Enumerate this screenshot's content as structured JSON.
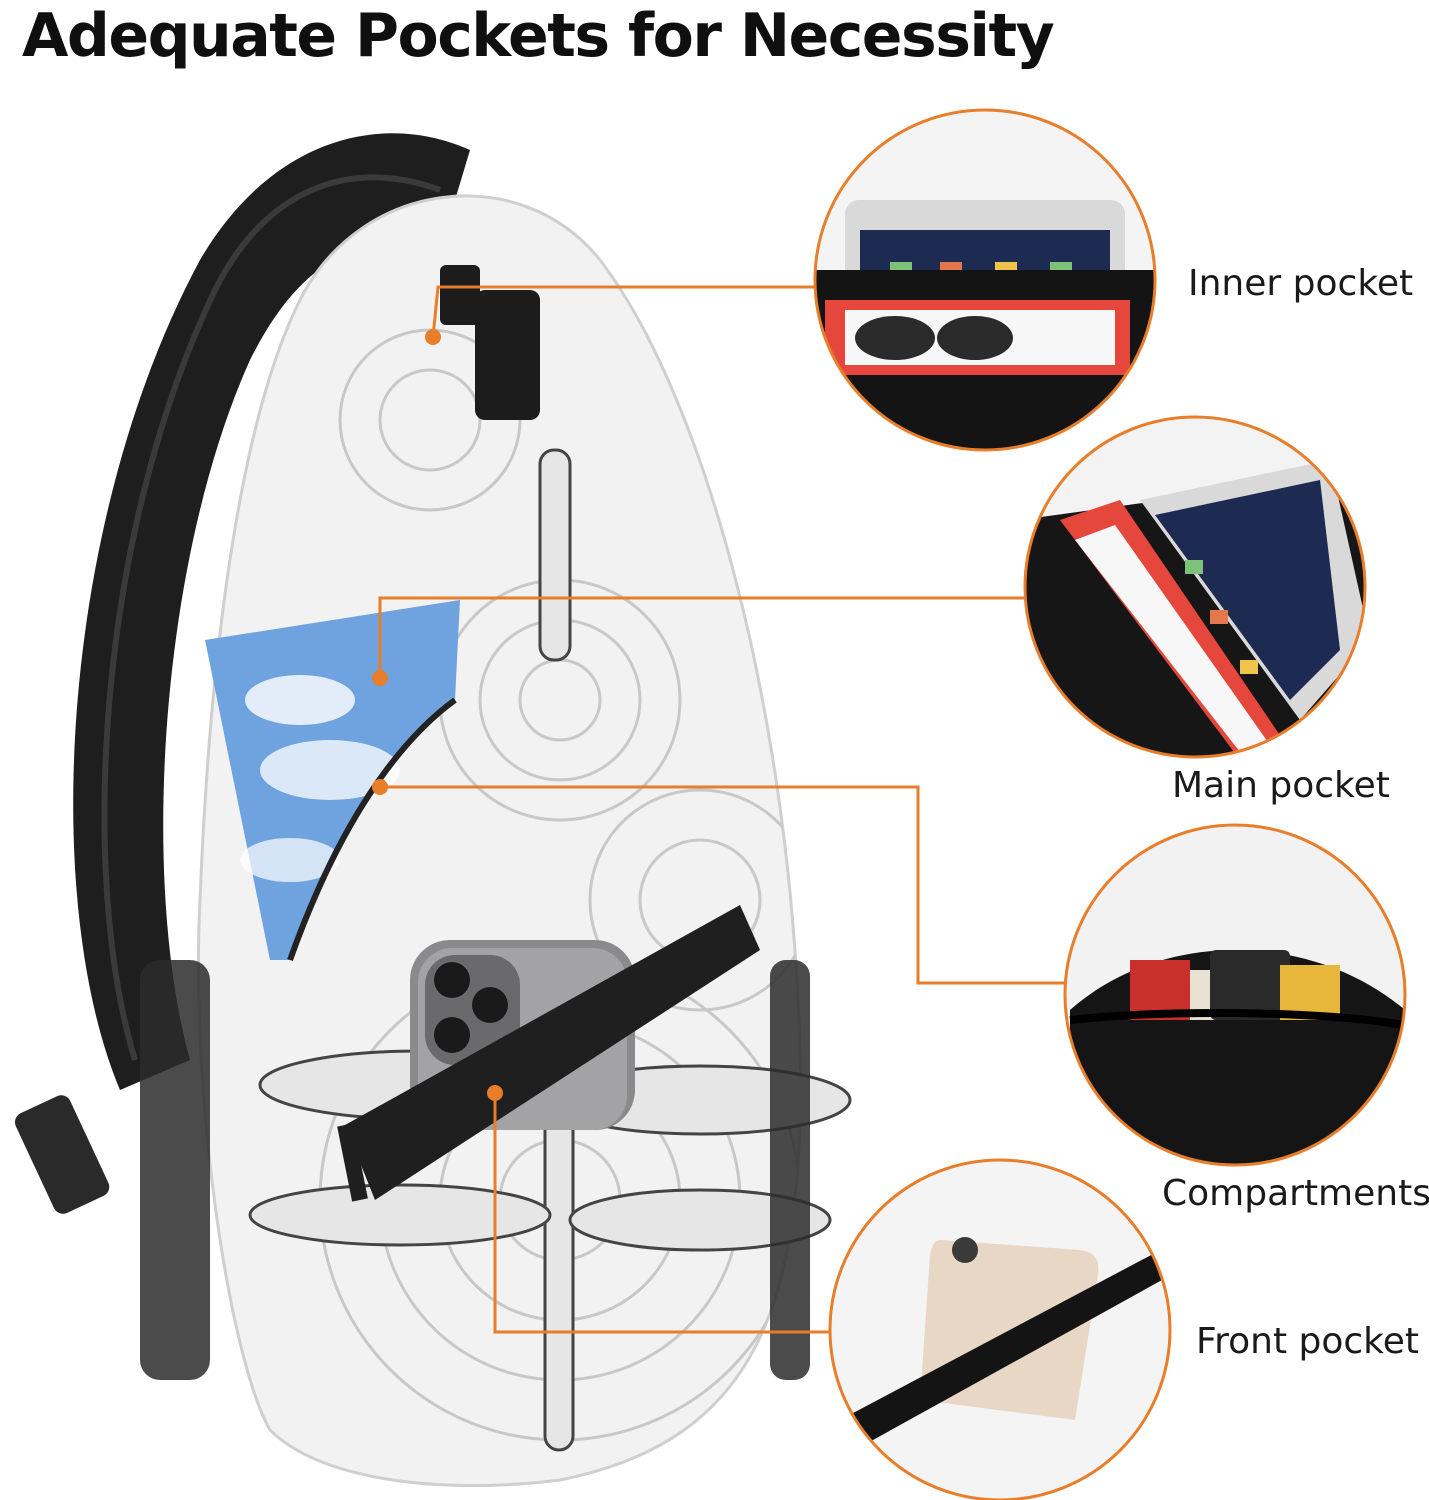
{
  "heading": "Adequate Pockets for Necessity",
  "callouts": [
    {
      "label": "Inner pocket"
    },
    {
      "label": "Main pocket"
    },
    {
      "label": "Compartments"
    },
    {
      "label": "Front pocket"
    }
  ],
  "colors": {
    "accent": "#e87d2a",
    "strap": "#1e1e1e",
    "bag_body": "#f2f2f2",
    "pattern": "#c8c8c8"
  }
}
